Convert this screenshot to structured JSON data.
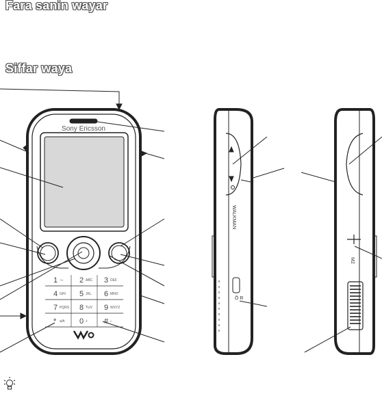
{
  "headings": {
    "title": "Fara sanin wayar",
    "subtitle": "Siffar waya"
  },
  "phone": {
    "brand": "Sony Ericsson",
    "keys": [
      {
        "num": "1",
        "letters": "○⌐"
      },
      {
        "num": "2",
        "letters": "ABC"
      },
      {
        "num": "3",
        "letters": "DEF"
      },
      {
        "num": "4",
        "letters": "GHI"
      },
      {
        "num": "5",
        "letters": "JKL"
      },
      {
        "num": "6",
        "letters": "MNO"
      },
      {
        "num": "7",
        "letters": "PQRS"
      },
      {
        "num": "8",
        "letters": "TUV"
      },
      {
        "num": "9",
        "letters": "WXYZ"
      },
      {
        "num": "*",
        "letters": "a/A"
      },
      {
        "num": "0",
        "letters": "+"
      },
      {
        "num": "#",
        "letters": "⌐"
      }
    ]
  },
  "side_left": {
    "label": "WALKMAN",
    "bottom_label": "Ō R"
  },
  "side_right": {
    "label": "M2"
  },
  "icons": {
    "tip": "lightbulb-icon"
  },
  "colors": {
    "stroke": "#222222",
    "heading_fill": "#ffffff",
    "heading_outline": "#555555"
  }
}
